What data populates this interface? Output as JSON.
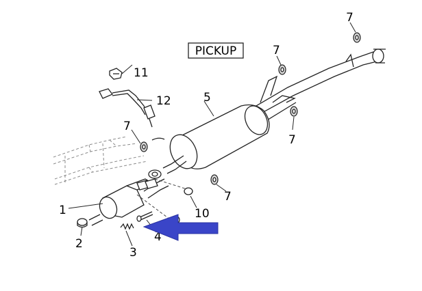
{
  "title": "PICKUP",
  "callouts": {
    "c1": "1",
    "c2": "2",
    "c3": "3",
    "c4": "4",
    "c5": "5",
    "c7a": "7",
    "c7b": "7",
    "c7c": "7",
    "c7d": "7",
    "c7e": "7",
    "c10": "10",
    "c11": "11",
    "c12": "12"
  },
  "colors": {
    "arrow": "#3a45c8",
    "ink": "#222222"
  },
  "icons": {
    "pointer": "blue-pointer-arrow-icon"
  }
}
